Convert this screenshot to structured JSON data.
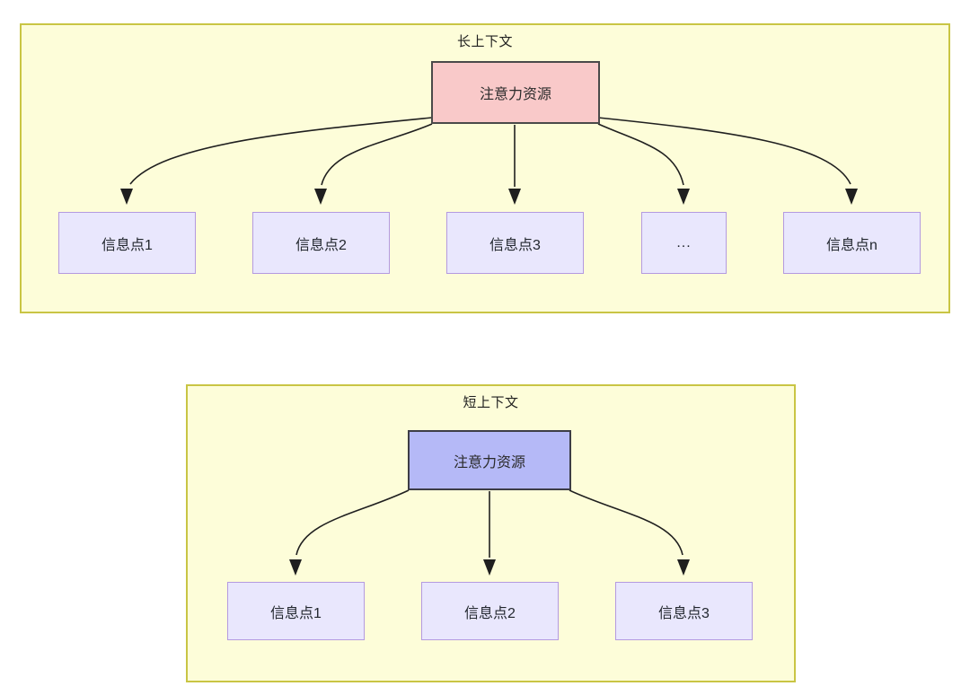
{
  "diagram": {
    "title_hidden": "",
    "panels": [
      {
        "id": "long-context",
        "title": "长上下文",
        "root": {
          "label": "注意力资源",
          "fill": "#F9C9C9",
          "stroke": "#4A4A4A"
        },
        "children": [
          {
            "label": "信息点1"
          },
          {
            "label": "信息点2"
          },
          {
            "label": "信息点3"
          },
          {
            "label": "..."
          },
          {
            "label": "信息点n"
          }
        ]
      },
      {
        "id": "short-context",
        "title": "短上下文",
        "root": {
          "label": "注意力资源",
          "fill": "#B5B9F7",
          "stroke": "#3D3D46"
        },
        "children": [
          {
            "label": "信息点1"
          },
          {
            "label": "信息点2"
          },
          {
            "label": "信息点3"
          }
        ]
      }
    ],
    "colors": {
      "panel_fill": "#FDFDD9",
      "panel_border": "#C9C544",
      "info_fill": "#E9E7FD",
      "info_border": "#B49AE0",
      "edge": "#1f1f1f",
      "page_background": "#ffffff"
    }
  }
}
